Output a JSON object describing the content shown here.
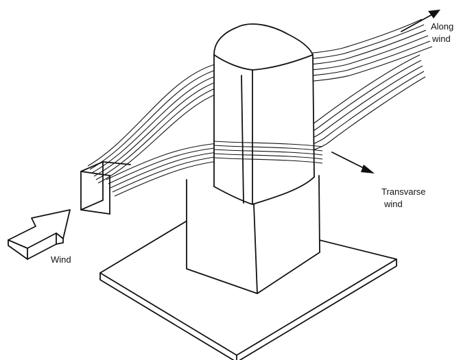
{
  "labels": {
    "along_wind": [
      "Along",
      "wind"
    ],
    "transverse_wind": [
      "Transvarse",
      "wind"
    ],
    "wind": "Wind"
  },
  "colors": {
    "line": "#111111",
    "background": "#ffffff"
  }
}
